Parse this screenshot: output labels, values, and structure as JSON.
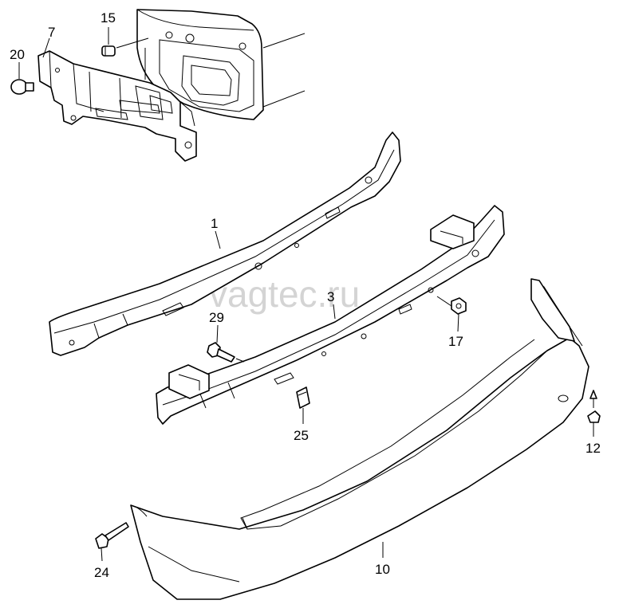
{
  "watermark": "vagtec.ru",
  "callouts": {
    "c1": "1",
    "c3": "3",
    "c7": "7",
    "c10": "10",
    "c12": "12",
    "c15": "15",
    "c17": "17",
    "c20": "20",
    "c24": "24",
    "c25": "25",
    "c29": "29"
  }
}
